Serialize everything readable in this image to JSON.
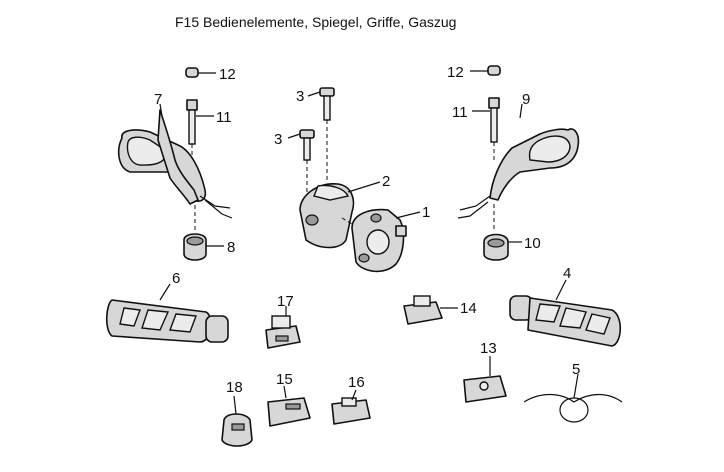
{
  "title": "F15  Bedienelemente, Spiegel, Griffe, Gaszug",
  "callouts": [
    "1",
    "2",
    "3",
    "3",
    "4",
    "5",
    "6",
    "7",
    "8",
    "9",
    "10",
    "11",
    "12",
    "12",
    "11",
    "13",
    "14",
    "15",
    "16",
    "17",
    "18"
  ]
}
